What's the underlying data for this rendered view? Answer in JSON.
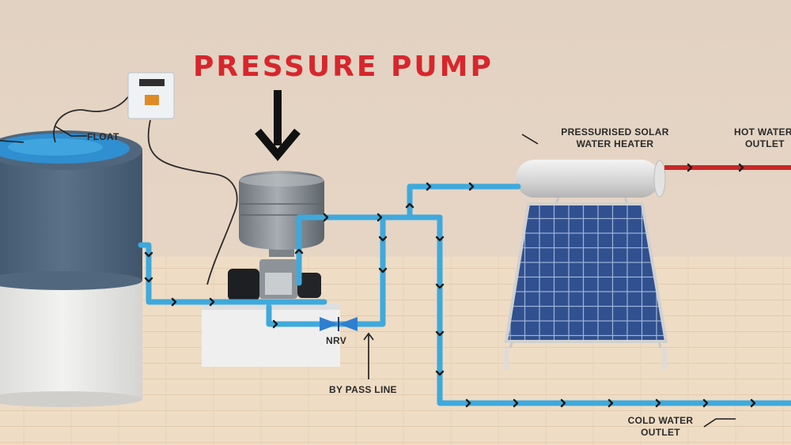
{
  "title": "PRESSURE PUMP",
  "labels": {
    "float": "FLOAT",
    "solar_heater_line1": "PRESSURISED SOLAR",
    "solar_heater_line2": "WATER HEATER",
    "hot_water_line1": "HOT WATER",
    "hot_water_line2": "OUTLET",
    "nrv": "NRV",
    "bypass": "BY PASS LINE",
    "cold_water_line1": "COLD WATER",
    "cold_water_line2": "OUTLET"
  },
  "controller": {
    "display": "",
    "button": ""
  },
  "colors": {
    "title": "#d8262c",
    "cold_pipe": "#3fa9dc",
    "hot_pipe": "#c62828",
    "wall": "#e6d6c6",
    "floor": "#ecd8c0",
    "solar_panel": "#2e4a8e",
    "pressure_tank": "#8a9096"
  },
  "icons": [
    "down-arrow-icon",
    "nrv-valve-icon",
    "flow-arrow-icon"
  ]
}
